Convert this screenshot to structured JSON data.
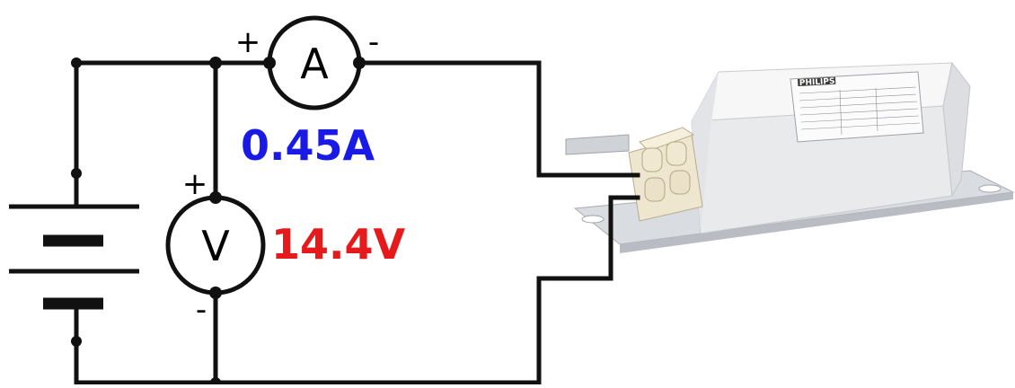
{
  "ammeter": {
    "symbol": "A",
    "plus": "+",
    "minus": "-",
    "reading": "0.45A",
    "reading_color": "#1a1ae6"
  },
  "voltmeter": {
    "symbol": "V",
    "plus": "+",
    "minus": "-",
    "reading": "14.4V",
    "reading_color": "#e61a1a"
  },
  "ballast": {
    "brand": "PHILIPS"
  },
  "wire_color": "#111111"
}
